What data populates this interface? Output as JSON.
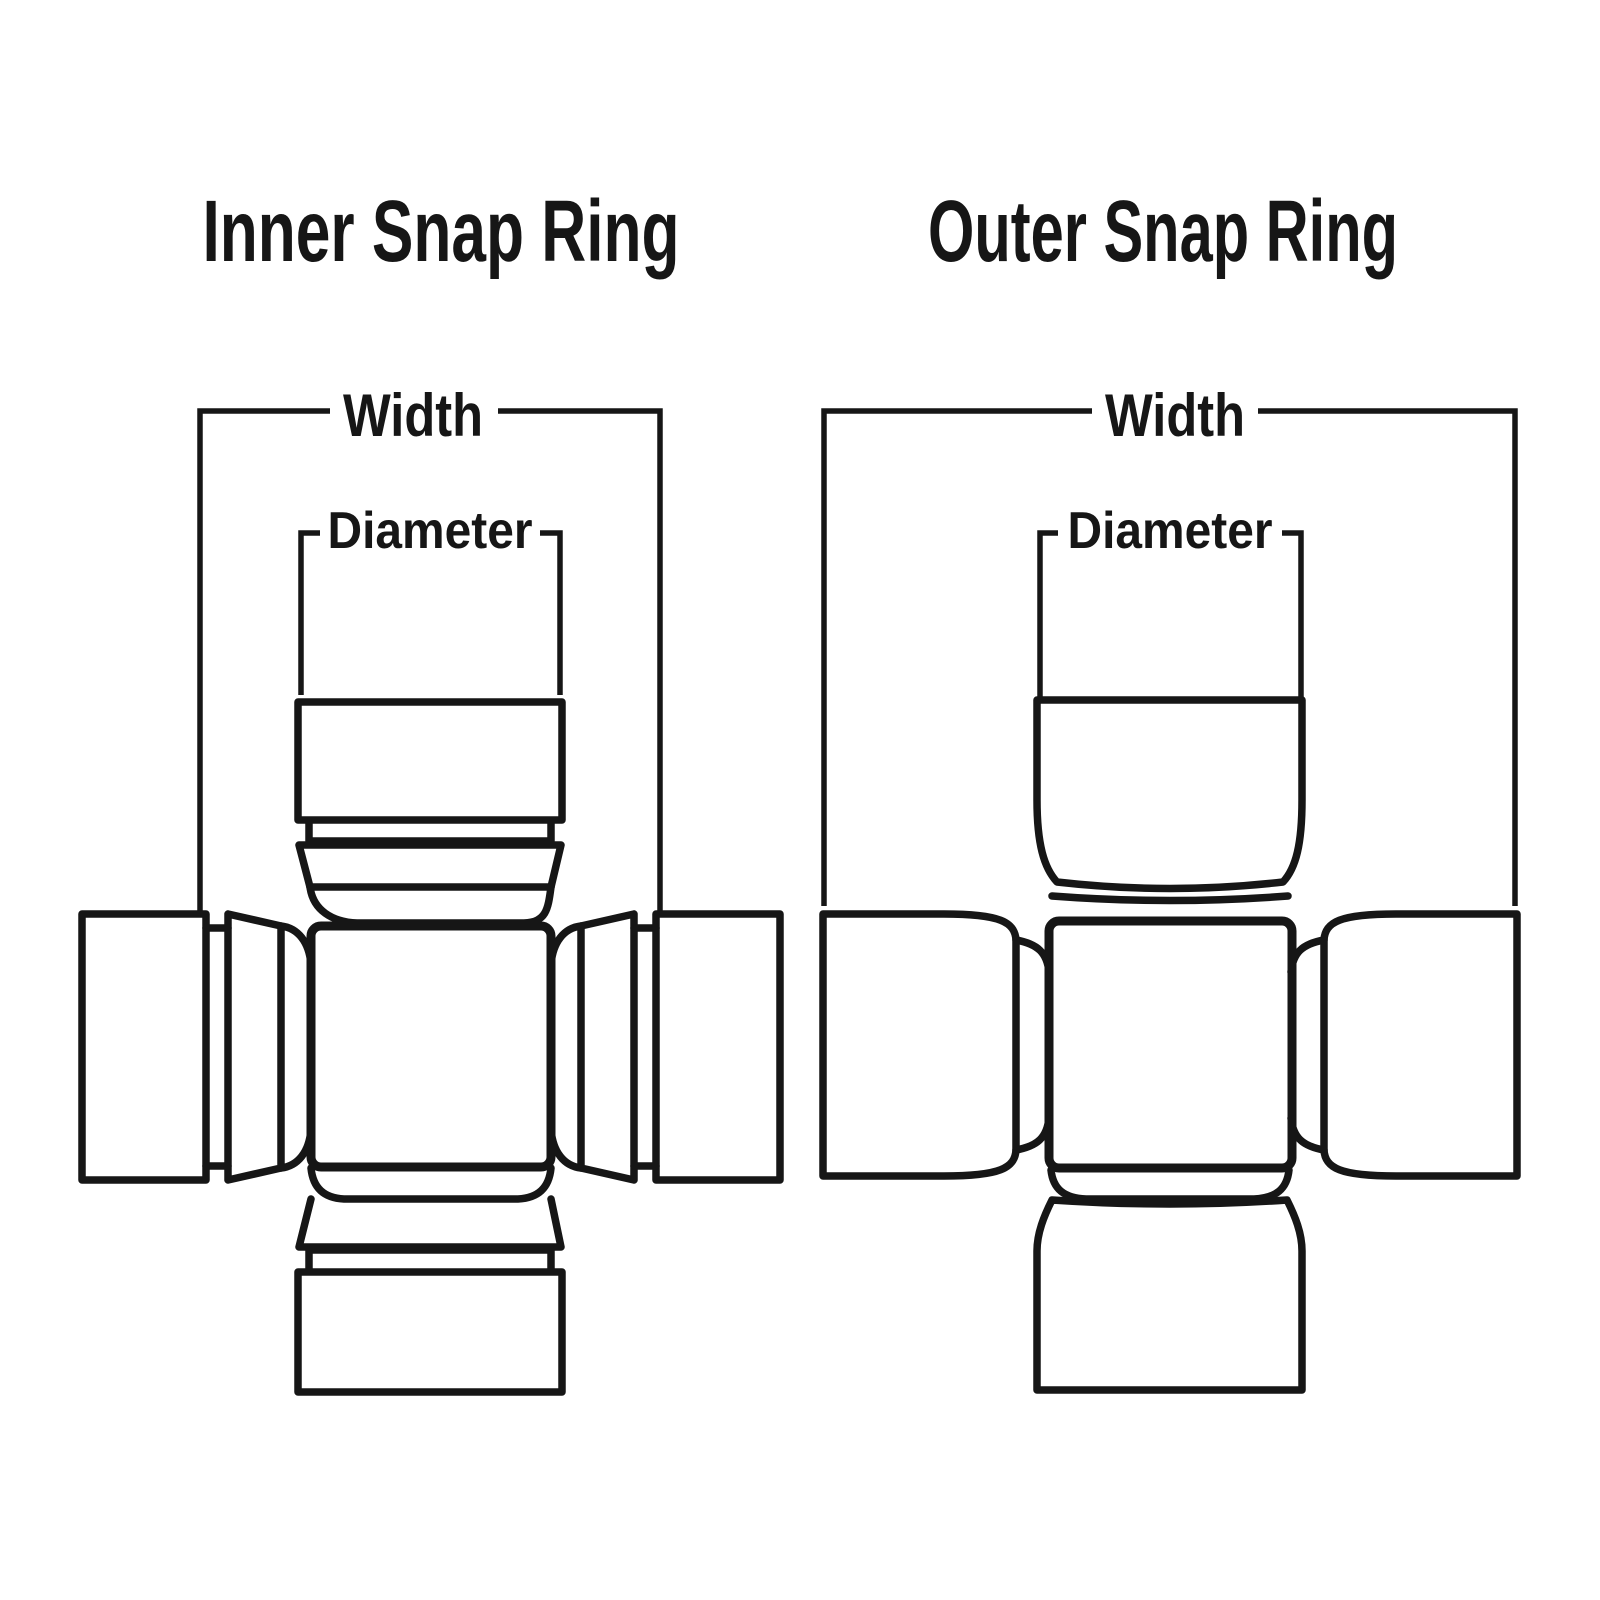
{
  "page": {
    "background_color": "#ffffff",
    "line_color": "#161616"
  },
  "diagrams": {
    "inner": {
      "title": "Inner Snap Ring",
      "width_label": "Width",
      "diameter_label": "Diameter"
    },
    "outer": {
      "title": "Outer Snap Ring",
      "width_label": "Width",
      "diameter_label": "Diameter"
    }
  }
}
